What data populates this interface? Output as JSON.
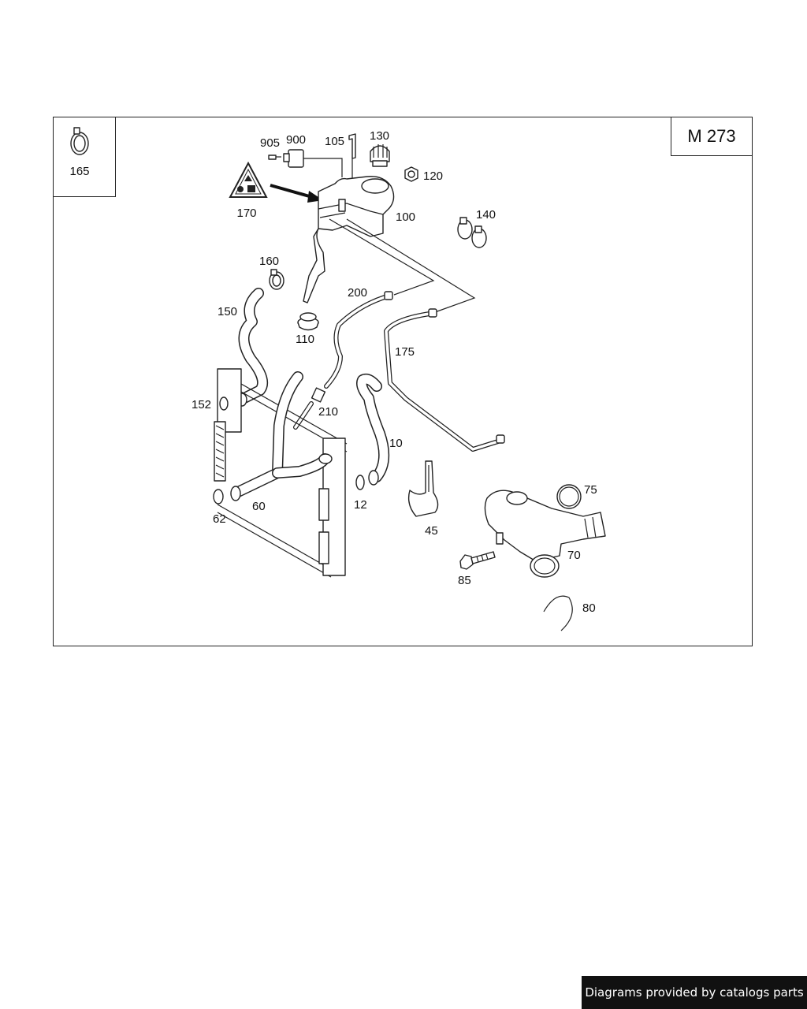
{
  "model": "M 273",
  "footer": "Diagrams provided by catalogs parts",
  "callouts": {
    "c165": "165",
    "c170": "170",
    "c905": "905",
    "c900": "900",
    "c105": "105",
    "c130": "130",
    "c120": "120",
    "c100": "100",
    "c140": "140",
    "c160": "160",
    "c150": "150",
    "c200": "200",
    "c110": "110",
    "c175": "175",
    "c152": "152",
    "c210": "210",
    "c10": "10",
    "c75": "75",
    "c60": "60",
    "c12": "12",
    "c62": "62",
    "c45": "45",
    "c70": "70",
    "c85": "85",
    "c80": "80"
  }
}
